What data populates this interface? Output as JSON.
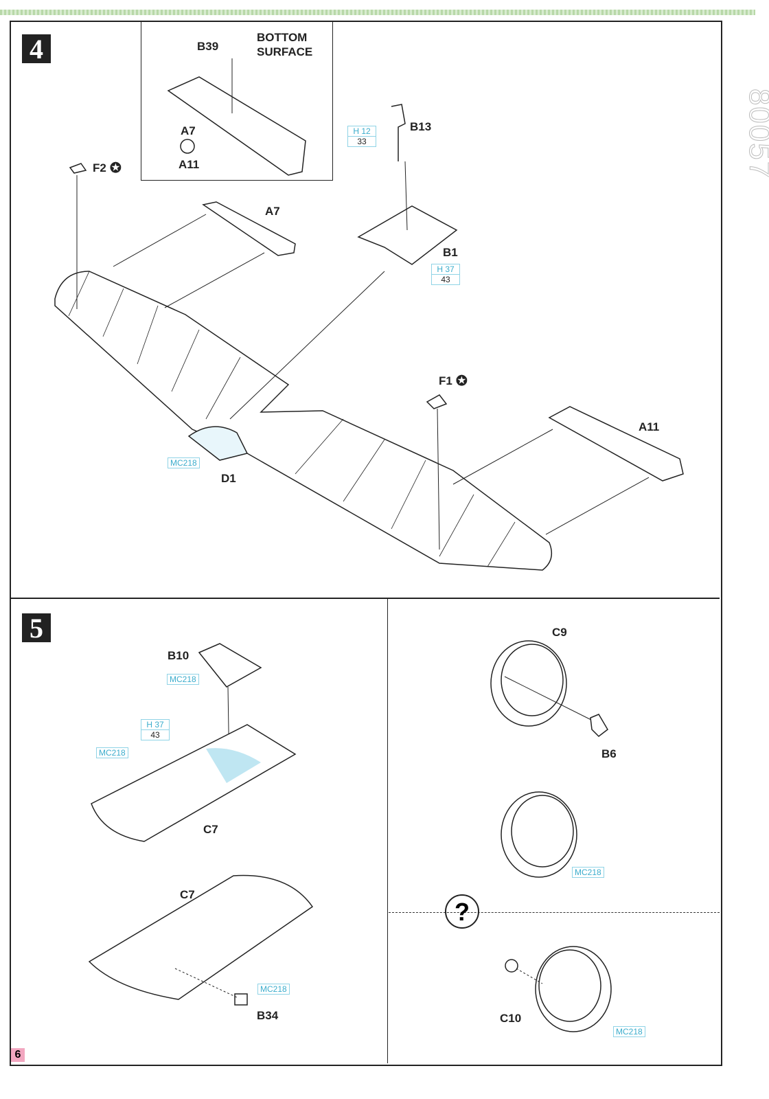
{
  "page_number": "6",
  "side_code": "80057",
  "step4": {
    "number": "4",
    "inset": {
      "title_line1": "BOTTOM",
      "title_line2": "SURFACE",
      "part_b39": "B39",
      "part_a7": "A7",
      "part_a11": "A11"
    },
    "parts": {
      "f2": "F2",
      "b13": "B13",
      "a7": "A7",
      "b1": "B1",
      "f1": "F1",
      "a11": "A11",
      "d1": "D1"
    },
    "paint_b13": {
      "top": "H 12",
      "bottom": "33"
    },
    "paint_b1": {
      "top": "H 37",
      "bottom": "43"
    },
    "paint_d1": "MC218"
  },
  "step5": {
    "number": "5",
    "parts": {
      "b10": "B10",
      "c7a": "C7",
      "c7b": "C7",
      "b34": "B34",
      "c9": "C9",
      "b6": "B6",
      "c10": "C10"
    },
    "paint_b10": "MC218",
    "paint_c7_pair": {
      "top": "H 37",
      "bottom": "43"
    },
    "paint_c7": "MC218",
    "paint_b34": "MC218",
    "paint_cowl": "MC218",
    "paint_c10": "MC218",
    "option_symbol": "?"
  }
}
